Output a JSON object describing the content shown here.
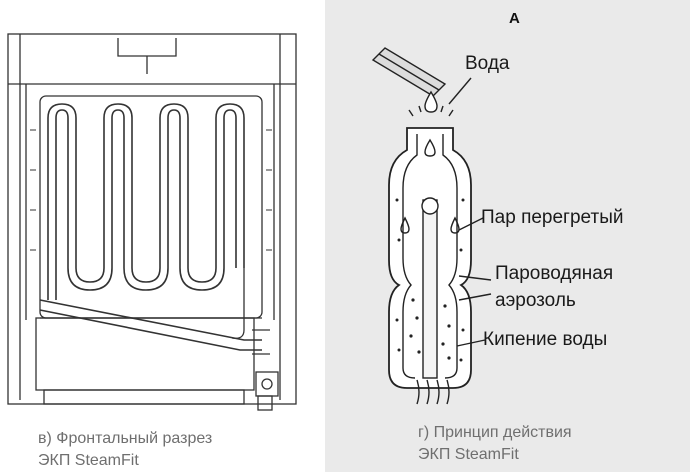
{
  "left_caption": {
    "line1": "в) Фронтальный разрез",
    "line2": "ЭКП SteamFit"
  },
  "right_caption": {
    "line1": "г) Принцип действия",
    "line2": "ЭКП SteamFit"
  },
  "panel_letter": "А",
  "labels": {
    "water": "Вода",
    "superheated_steam": "Пар перегретый",
    "aerosol_line1": "Пароводяная",
    "aerosol_line2": "аэрозоль",
    "boiling": "Кипение воды"
  },
  "colors": {
    "right_background": "#eaeaea",
    "line": "#222222",
    "caption": "#6f6f6f"
  }
}
